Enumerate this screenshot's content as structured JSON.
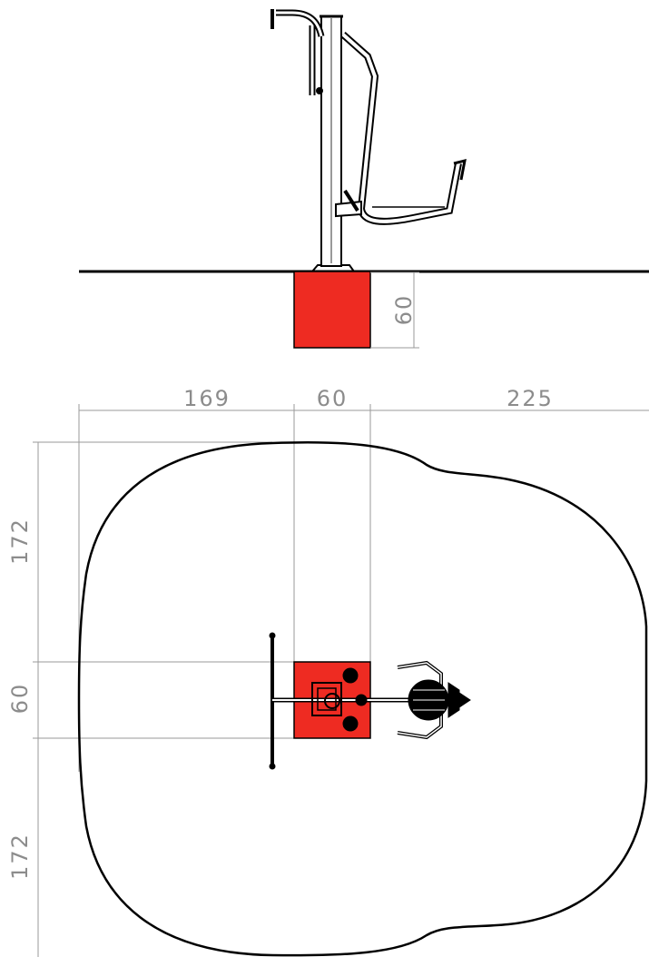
{
  "side_view": {
    "foundation_depth": "60",
    "foundation_color": "#ee2b22"
  },
  "plan_view": {
    "dims_horizontal": [
      "169",
      "60",
      "225"
    ],
    "dims_vertical": [
      "172",
      "60",
      "172"
    ],
    "foundation_color": "#ee2b22"
  },
  "colors": {
    "outline": "#000000",
    "dimension": "#9a9a9a"
  }
}
